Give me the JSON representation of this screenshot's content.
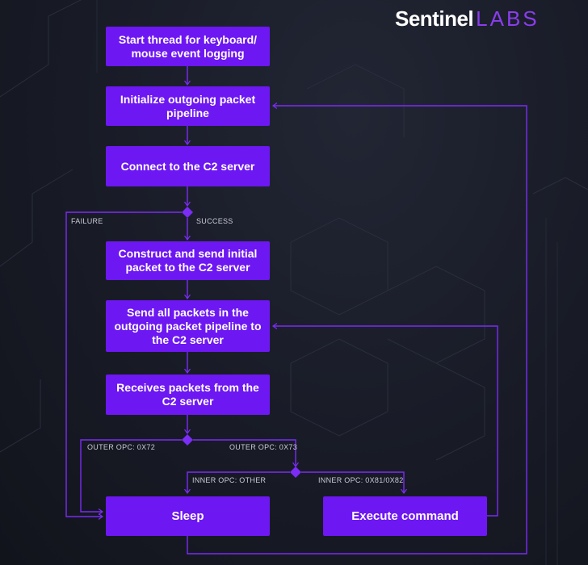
{
  "brand": {
    "word1": "Sentinel",
    "word2": "LABS",
    "accent": "#8b3cf0"
  },
  "colors": {
    "box": "#6d17f2",
    "line": "#7b2cf5",
    "background": "#181b26"
  },
  "steps": {
    "start_thread": "Start thread for keyboard/ mouse event logging",
    "init_pipeline": "Initialize outgoing packet pipeline",
    "connect": "Connect to the C2 server",
    "construct_send": "Construct and send initial packet to the C2 server",
    "send_all": "Send all packets in the outgoing packet pipeline to the C2 server",
    "receive": "Receives packets from the C2 server",
    "sleep": "Sleep",
    "execute": "Execute command"
  },
  "labels": {
    "failure": "FAILURE",
    "success": "SUCCESS",
    "outer_72": "OUTER OPC: 0X72",
    "outer_73": "OUTER OPC: 0X73",
    "inner_other": "INNER OPC: OTHER",
    "inner_81_82": "INNER OPC: 0X81/0X82"
  }
}
